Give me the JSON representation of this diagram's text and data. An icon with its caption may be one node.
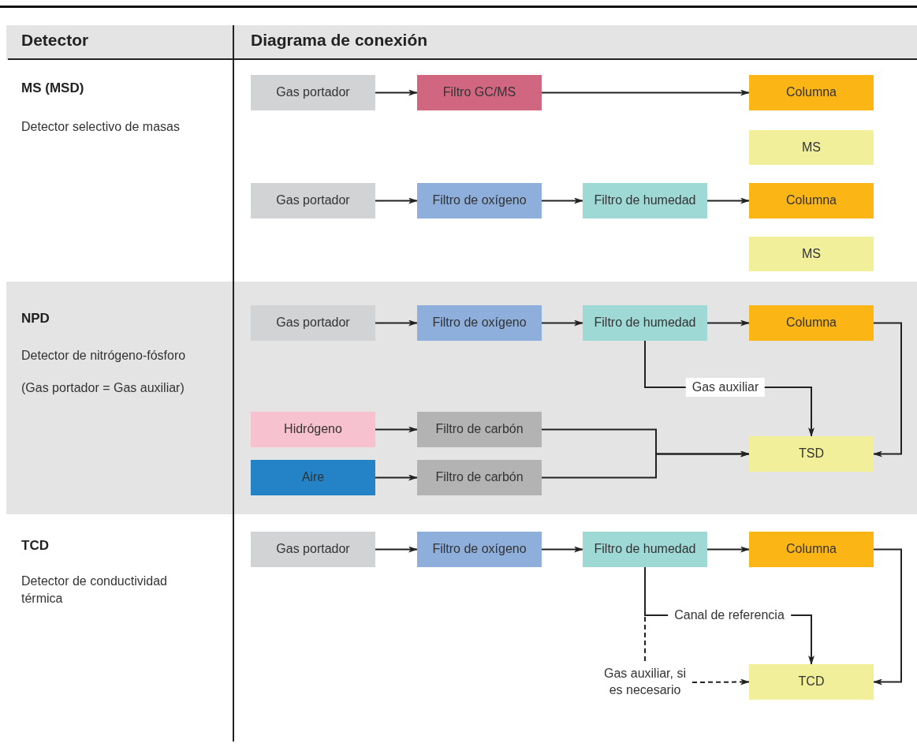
{
  "diagram": {
    "nodes": [
      {
        "text": [
          "Gas portador"
        ]
      },
      {
        "text": [
          "Filtro GC/MS"
        ]
      },
      {
        "text": [
          "Columna"
        ]
      },
      {
        "text": [
          "MS"
        ]
      },
      {
        "text": [
          "Gas portador"
        ]
      },
      {
        "text": [
          "Filtro de oxígeno"
        ]
      },
      {
        "text": [
          "Filtro de humedad"
        ]
      },
      {
        "text": [
          "Columna"
        ]
      },
      {
        "text": [
          "MS"
        ]
      },
      {
        "text": [
          "Gas portador"
        ]
      },
      {
        "text": [
          "Filtro de oxígeno"
        ]
      },
      {
        "text": [
          "Filtro de humedad"
        ]
      },
      {
        "text": [
          "Columna"
        ]
      },
      {
        "text": [
          "Hidrógeno"
        ]
      },
      {
        "text": [
          "Filtro de carbón"
        ]
      },
      {
        "text": [
          "Aire"
        ]
      },
      {
        "text": [
          "Filtro de carbón"
        ]
      },
      {
        "text": [
          "TSD"
        ]
      },
      {
        "text": [
          "Gas portador"
        ]
      },
      {
        "text": [
          "Filtro de oxígeno"
        ]
      },
      {
        "text": [
          "Filtro de humedad"
        ]
      },
      {
        "text": [
          "Columna"
        ]
      },
      {
        "text": [
          "TCD"
        ]
      },
      {
        "text": [
          "Gas auxiliar, si es necesario"
        ]
      }
    ],
    "edges": [
      {
        "from": 0,
        "to": 1,
        "arrow": "to"
      },
      {
        "from": 1,
        "to": 2,
        "arrow": "to"
      },
      {
        "from": 4,
        "to": 5,
        "arrow": "to"
      },
      {
        "from": 5,
        "to": 6,
        "arrow": "to"
      },
      {
        "from": 6,
        "to": 7,
        "arrow": "to"
      },
      {
        "from": 9,
        "to": 10,
        "arrow": "to"
      },
      {
        "from": 10,
        "to": 11,
        "arrow": "to"
      },
      {
        "from": 11,
        "to": 12,
        "arrow": "to"
      },
      {
        "from": 11,
        "to": 17,
        "arrow": "to",
        "label": "Gas auxiliar"
      },
      {
        "from": 12,
        "to": 17,
        "arrow": "to"
      },
      {
        "from": 13,
        "to": 14,
        "arrow": "to"
      },
      {
        "from": 14,
        "to": 17,
        "arrow": "to"
      },
      {
        "from": 15,
        "to": 16,
        "arrow": "to"
      },
      {
        "from": 16,
        "to": 17,
        "arrow": "to"
      },
      {
        "from": 18,
        "to": 19,
        "arrow": "to"
      },
      {
        "from": 19,
        "to": 20,
        "arrow": "to"
      },
      {
        "from": 20,
        "to": 21,
        "arrow": "to"
      },
      {
        "from": 20,
        "to": 22,
        "arrow": "to",
        "label": "Canal de referencia"
      },
      {
        "from": 21,
        "to": 22,
        "arrow": "to"
      },
      {
        "from": 23,
        "to": 20,
        "arrow": "none",
        "style": "dashed"
      },
      {
        "from": 23,
        "to": 22,
        "arrow": "to",
        "style": "dashed"
      }
    ],
    "labels": [
      "Detector",
      "Diagrama de conexión",
      "MS (MSD)",
      "Detector selectivo de masas",
      "NPD",
      "Detector de nitrógeno-fósforo",
      "(Gas portador = Gas auxiliar)",
      "TCD",
      "Detector de conductividad térmica"
    ]
  }
}
